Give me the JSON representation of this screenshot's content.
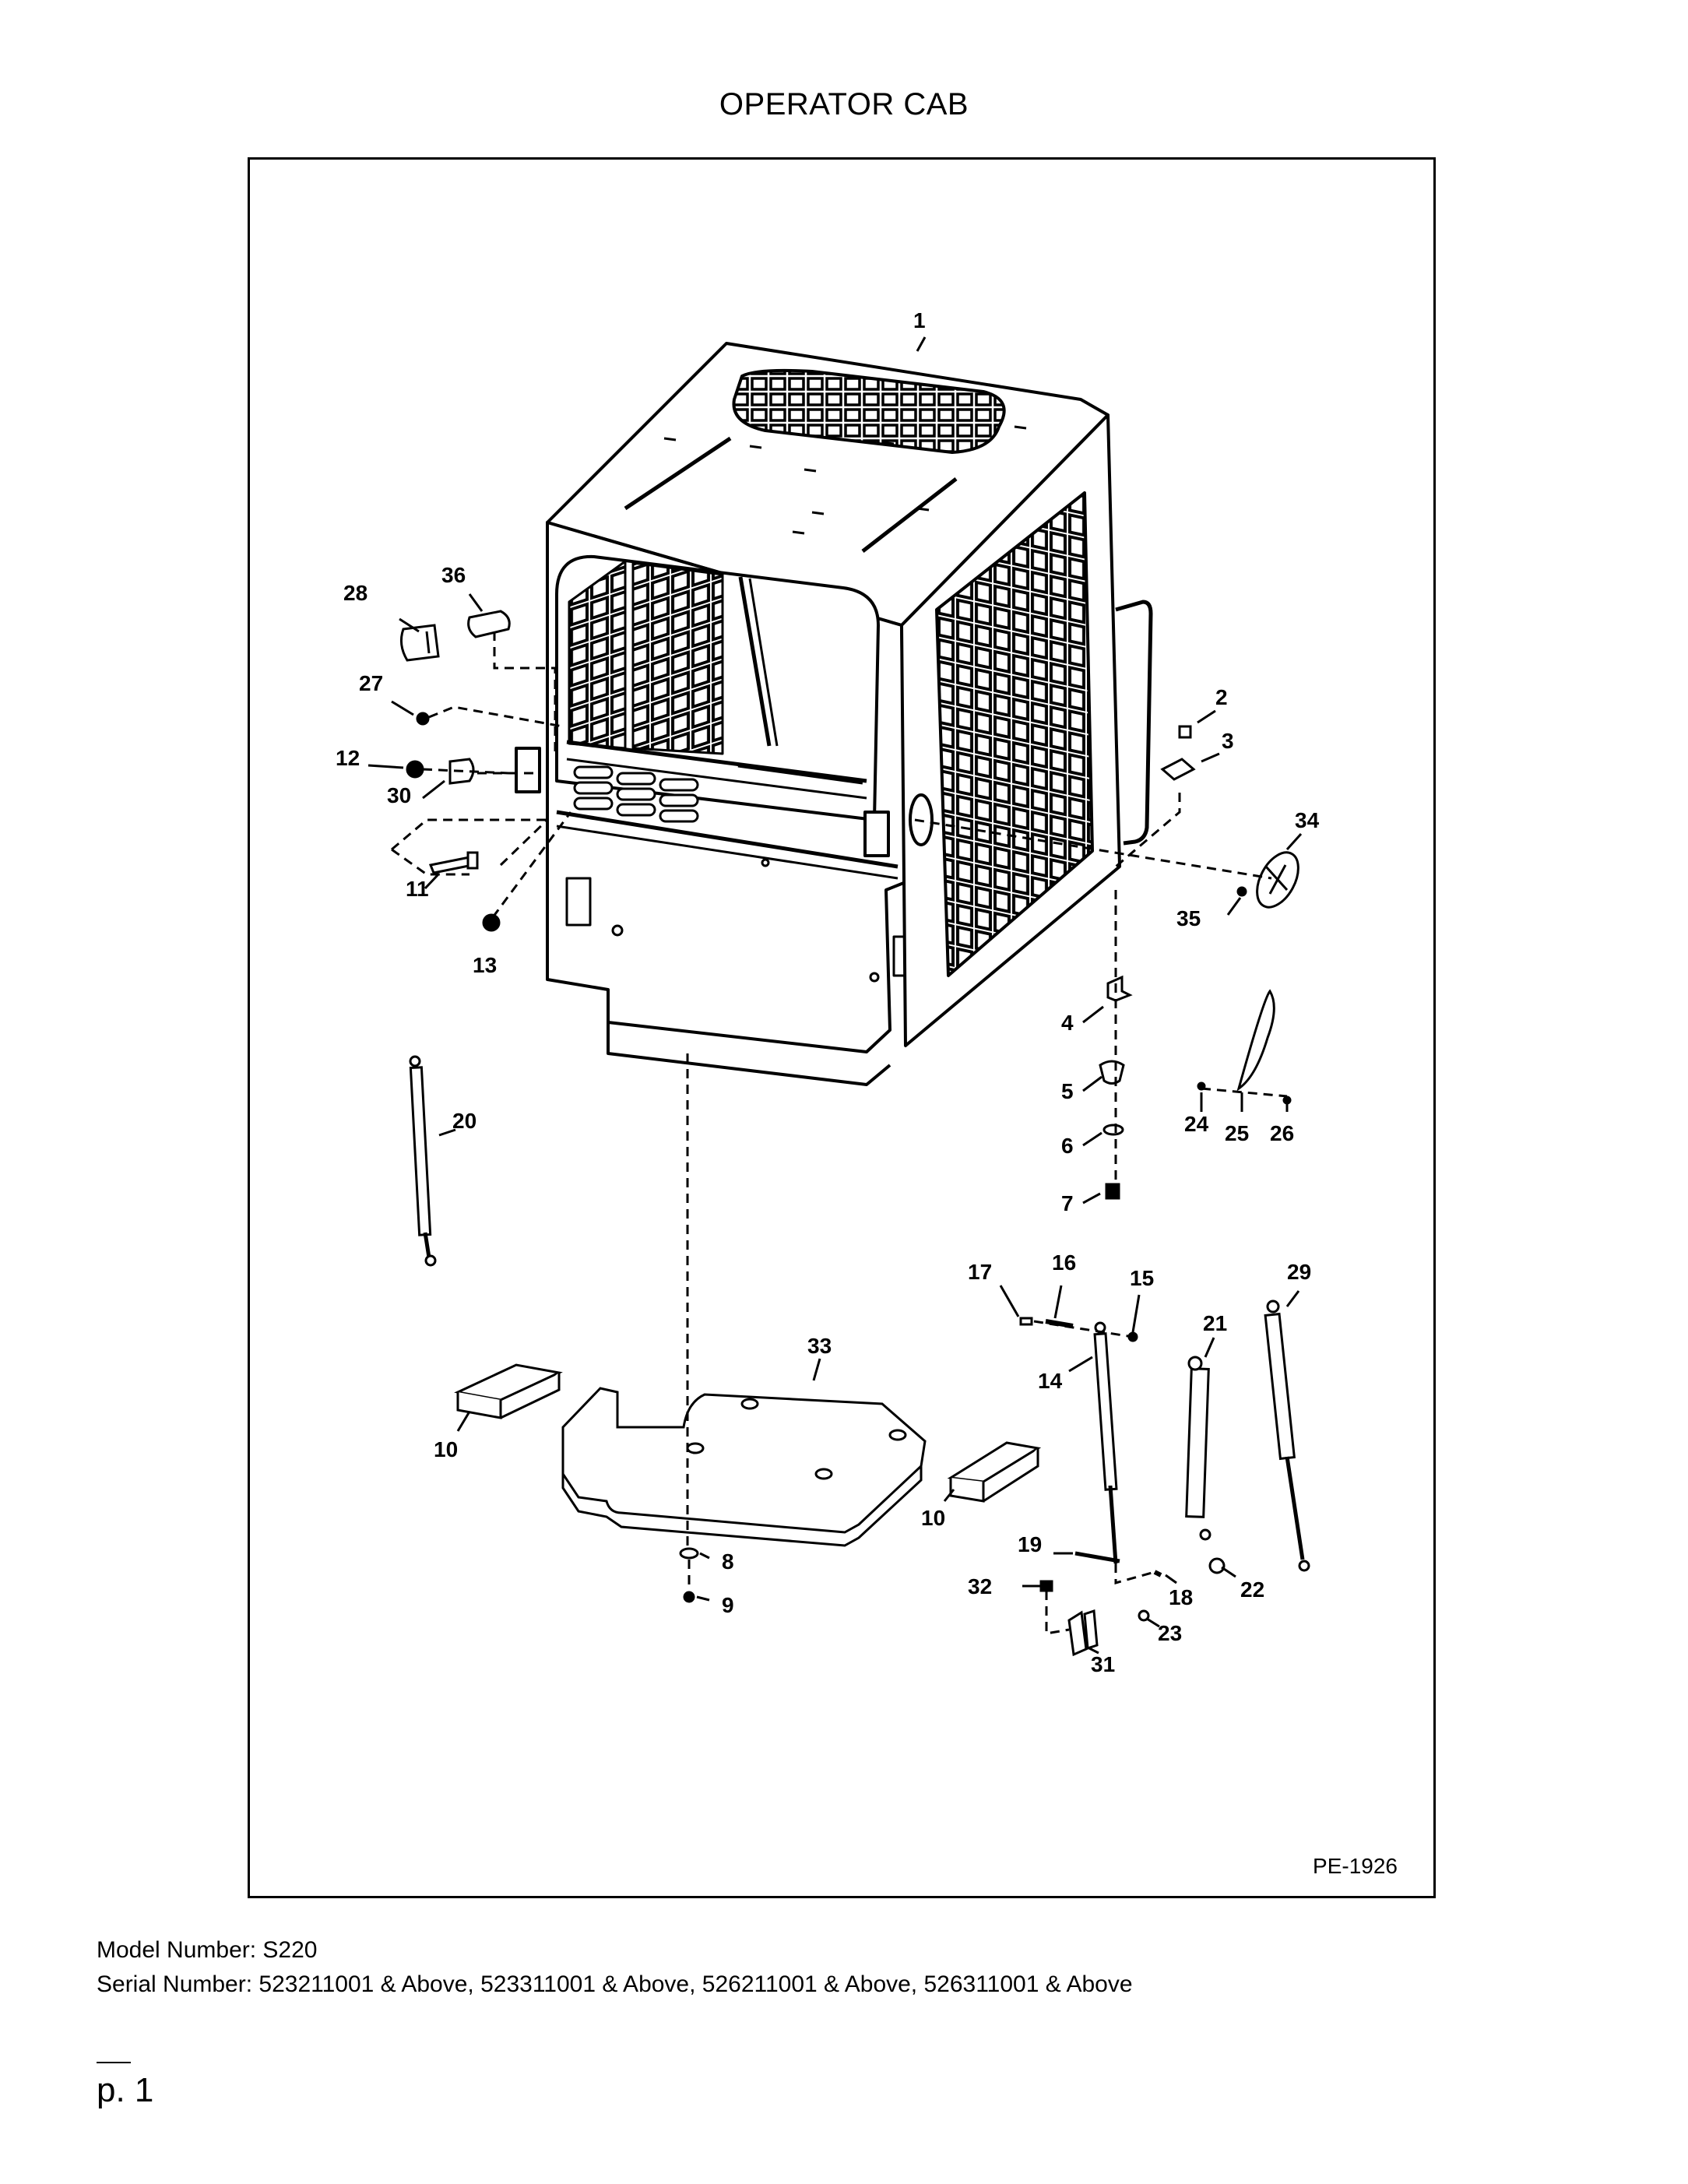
{
  "page": {
    "title": "OPERATOR CAB",
    "drawing_code": "PE-1926",
    "model_line": "Model Number: S220",
    "serial_line": "Serial Number: 523211001 & Above, 523311001 & Above, 526211001 & Above, 526311001 & Above",
    "page_number": "p. 1"
  },
  "callouts": {
    "c1": "1",
    "c2": "2",
    "c3": "3",
    "c4": "4",
    "c5": "5",
    "c6": "6",
    "c7": "7",
    "c8": "8",
    "c9": "9",
    "c10a": "10",
    "c10b": "10",
    "c11": "11",
    "c12": "12",
    "c13": "13",
    "c14": "14",
    "c15": "15",
    "c16": "16",
    "c17": "17",
    "c18": "18",
    "c19": "19",
    "c20": "20",
    "c21": "21",
    "c22": "22",
    "c23": "23",
    "c24": "24",
    "c25": "25",
    "c26": "26",
    "c27": "27",
    "c28": "28",
    "c29": "29",
    "c30": "30",
    "c31": "31",
    "c32": "32",
    "c33": "33",
    "c34": "34",
    "c35": "35",
    "c36": "36"
  }
}
